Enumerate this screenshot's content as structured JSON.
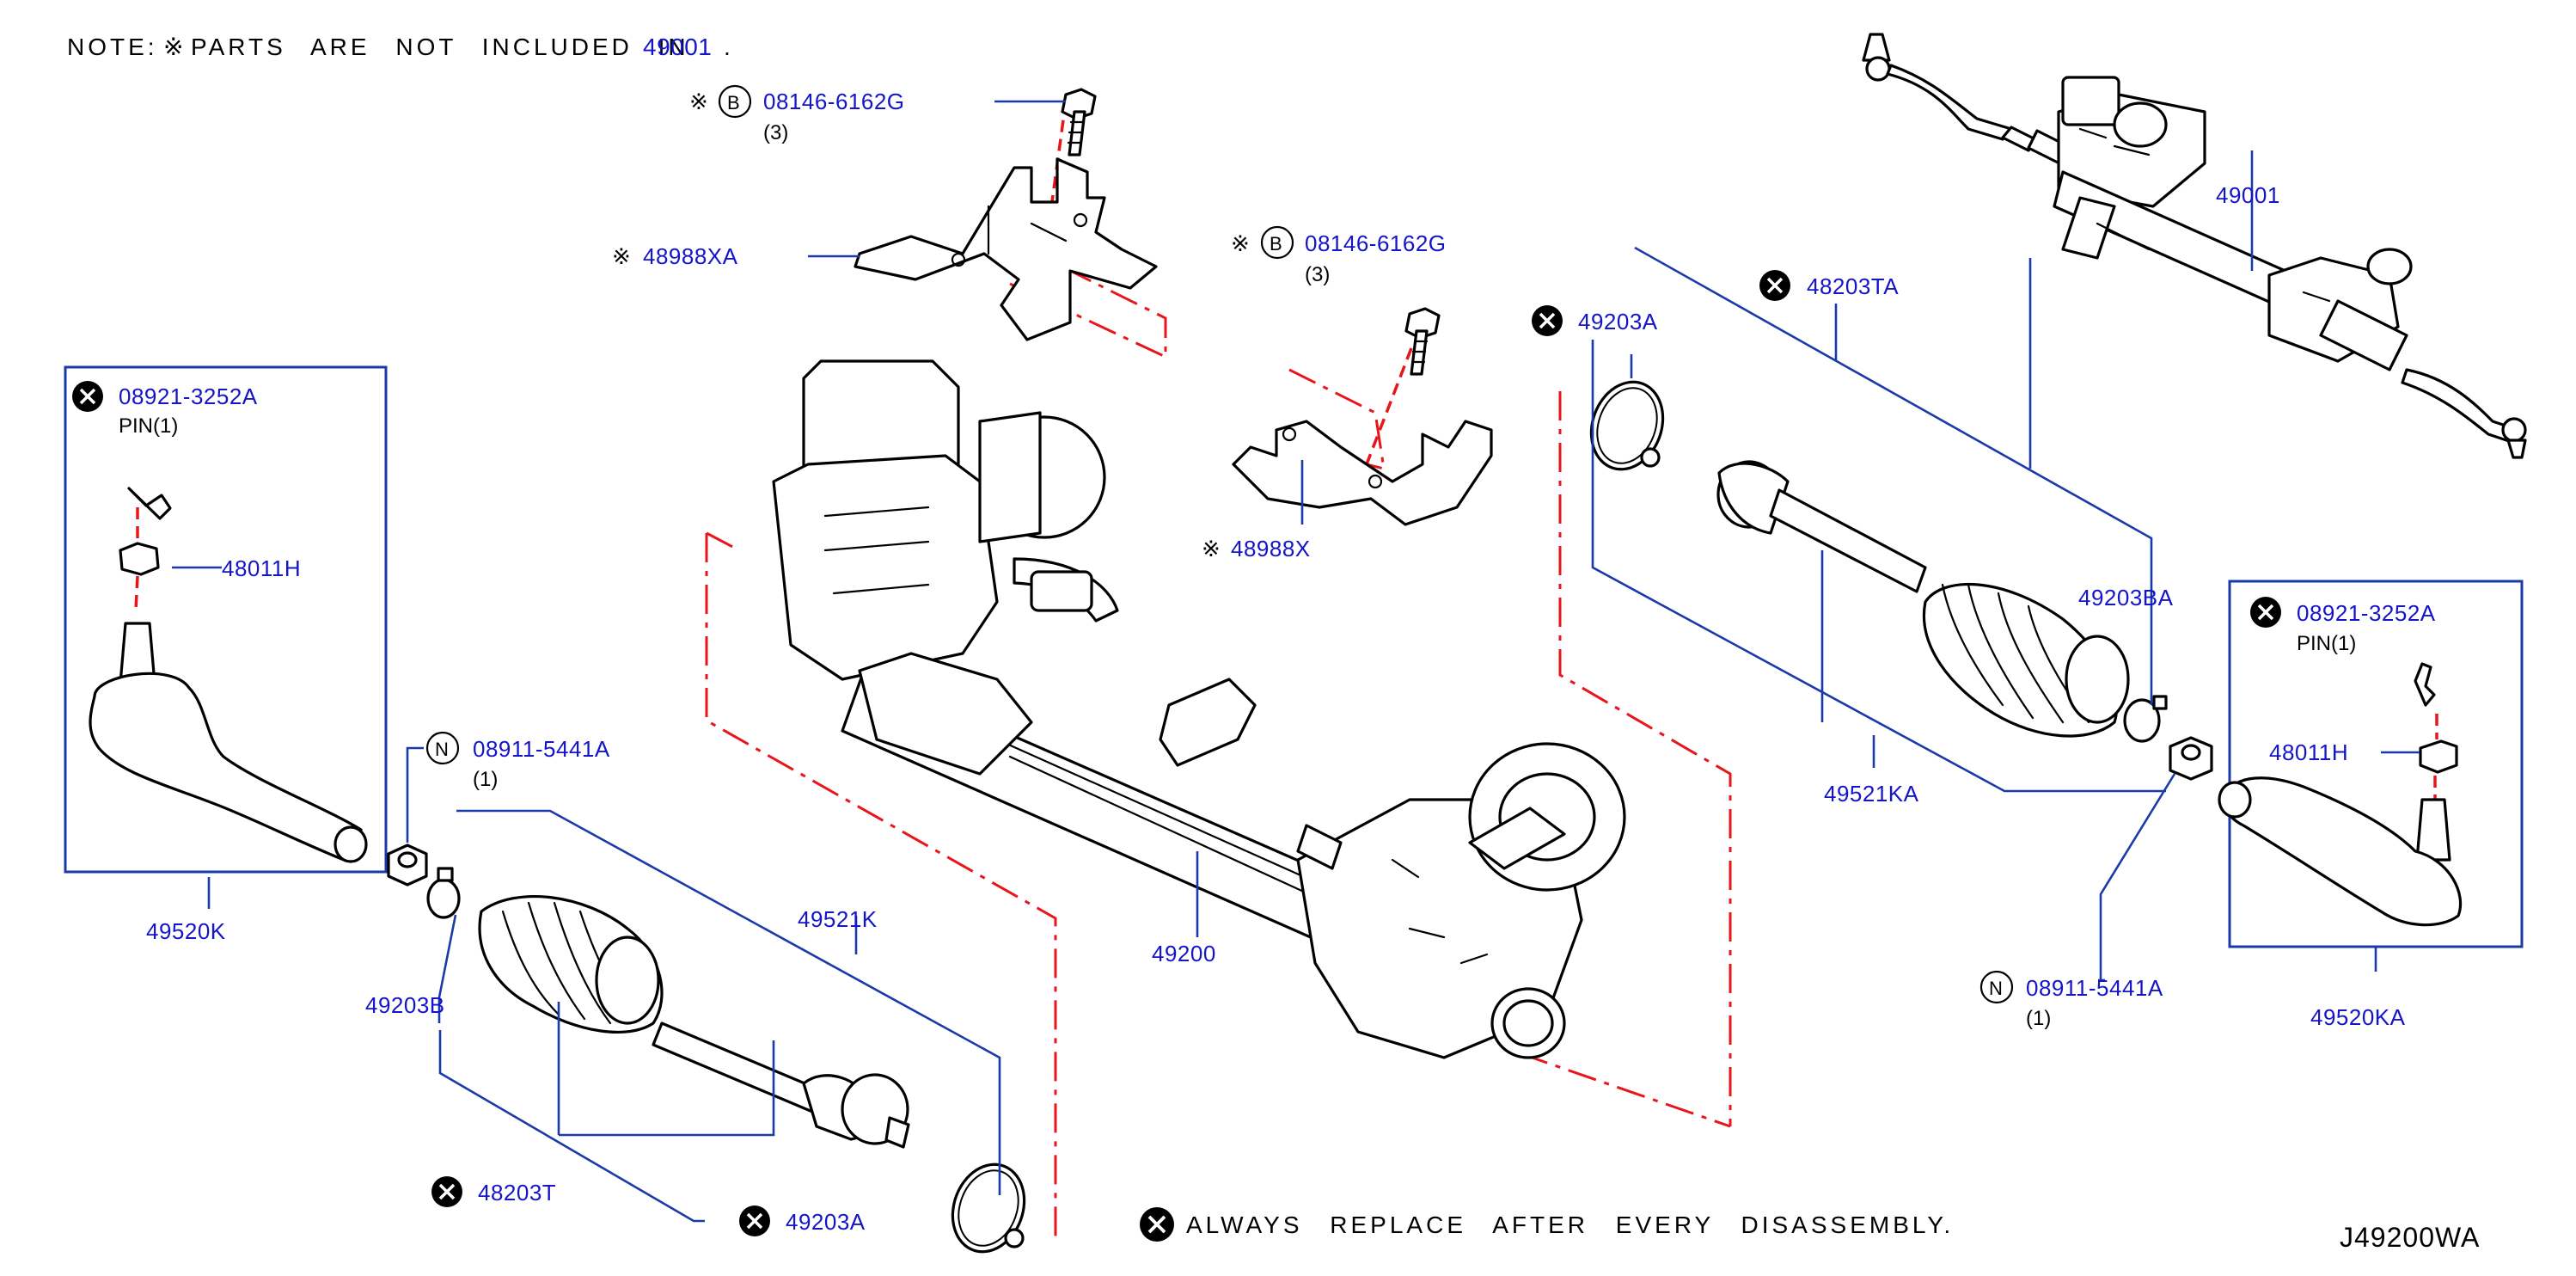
{
  "note": {
    "prefix": "NOTE:",
    "mark": "※",
    "text": "PARTS ARE NOT INCLUDED IN",
    "part": "49001",
    "period": "."
  },
  "legend": {
    "mark": "✕",
    "text": "ALWAYS REPLACE AFTER EVERY DISASSEMBLY."
  },
  "diagram_id": "J49200WA",
  "callouts": {
    "bolt_a": {
      "mark": "※",
      "badge": "B",
      "part": "08146-6162G",
      "qty": "(3)"
    },
    "bolt_b": {
      "mark": "※",
      "badge": "B",
      "part": "08146-6162G",
      "qty": "(3)"
    },
    "bracket_xa": {
      "mark": "※",
      "part": "48988XA"
    },
    "bracket_x": {
      "mark": "※",
      "part": "48988X"
    },
    "pin_left": {
      "part": "08921-3252A",
      "desc": "PIN(1)"
    },
    "pin_right": {
      "part": "08921-3252A",
      "desc": "PIN(1)"
    },
    "nut_left": {
      "part": "48011H"
    },
    "nut_right": {
      "part": "48011H"
    },
    "locknut_left": {
      "badge": "N",
      "part": "08911-5441A",
      "qty": "(1)"
    },
    "locknut_right": {
      "badge": "N",
      "part": "08911-5441A",
      "qty": "(1)"
    },
    "tie_rod_end_left": {
      "part": "49520K"
    },
    "tie_rod_end_right": {
      "part": "49520KA"
    },
    "clamp_b": {
      "part": "49203B"
    },
    "clamp_ba": {
      "part": "49203BA"
    },
    "boot_kit_left": {
      "part": "48203T"
    },
    "boot_kit_right": {
      "part": "48203TA"
    },
    "inner_rod_left": {
      "part": "49521K"
    },
    "inner_rod_right": {
      "part": "49521KA"
    },
    "band_left": {
      "part": "49203A"
    },
    "band_right": {
      "part": "49203A"
    },
    "gear_housing": {
      "part": "49200"
    },
    "assembly": {
      "part": "49001"
    }
  },
  "icons": {
    "replace": "circle-x-icon",
    "bolt_badge": "circle-b-icon",
    "nut_badge": "circle-n-icon"
  }
}
